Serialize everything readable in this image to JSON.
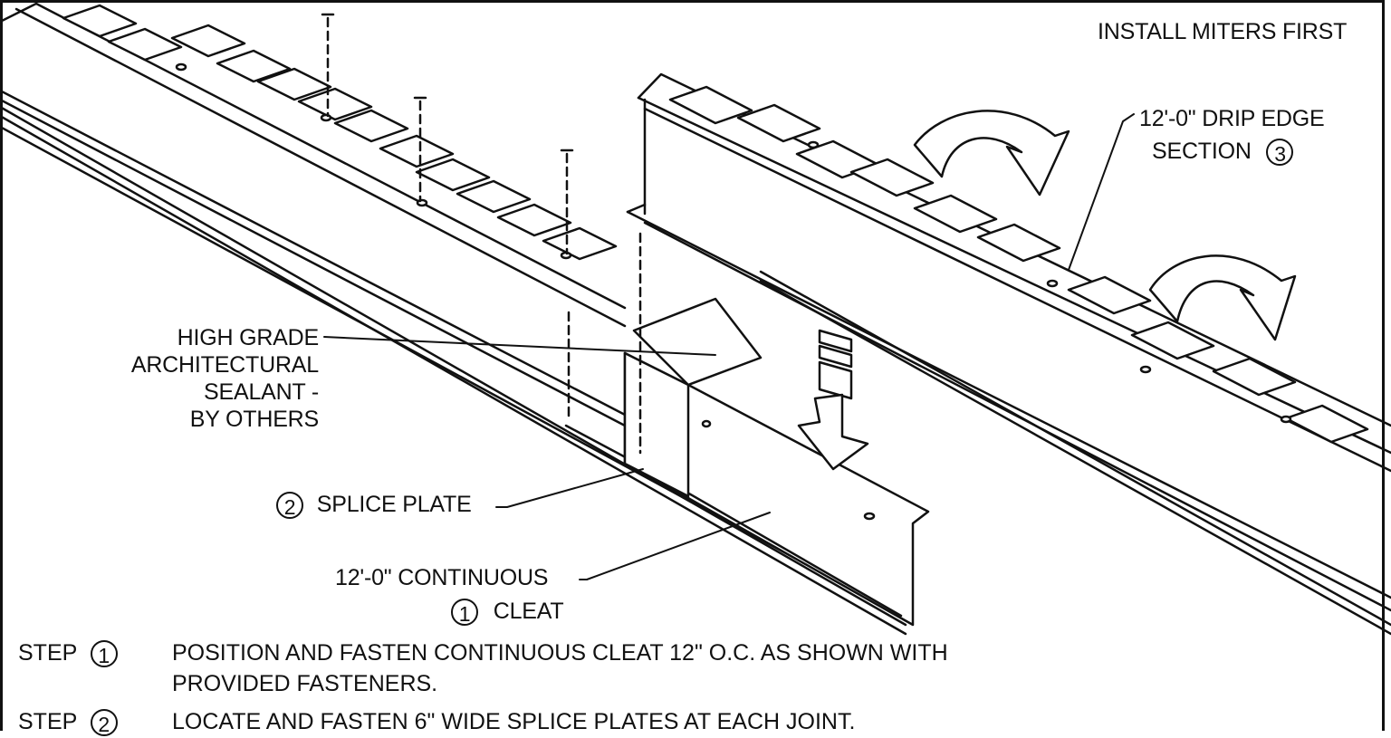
{
  "header_note": "INSTALL MITERS FIRST",
  "callouts": {
    "drip_edge_line1": "12'-0\" DRIP EDGE",
    "drip_edge_line2": "SECTION",
    "drip_edge_num": "3",
    "sealant_lines": [
      "HIGH GRADE",
      "ARCHITECTURAL",
      "SEALANT -",
      "BY OTHERS"
    ],
    "splice_num": "2",
    "splice_label": "SPLICE PLATE",
    "cleat_line1": "12'-0\" CONTINUOUS",
    "cleat_num": "1",
    "cleat_line2": "CLEAT"
  },
  "steps": [
    {
      "word": "STEP",
      "num": "1",
      "lines": [
        "POSITION AND FASTEN CONTINUOUS CLEAT 12\" O.C. AS SHOWN WITH",
        "PROVIDED FASTENERS."
      ]
    },
    {
      "word": "STEP",
      "num": "2",
      "lines": [
        "LOCATE AND FASTEN 6\" WIDE SPLICE PLATES AT EACH JOINT."
      ]
    }
  ]
}
